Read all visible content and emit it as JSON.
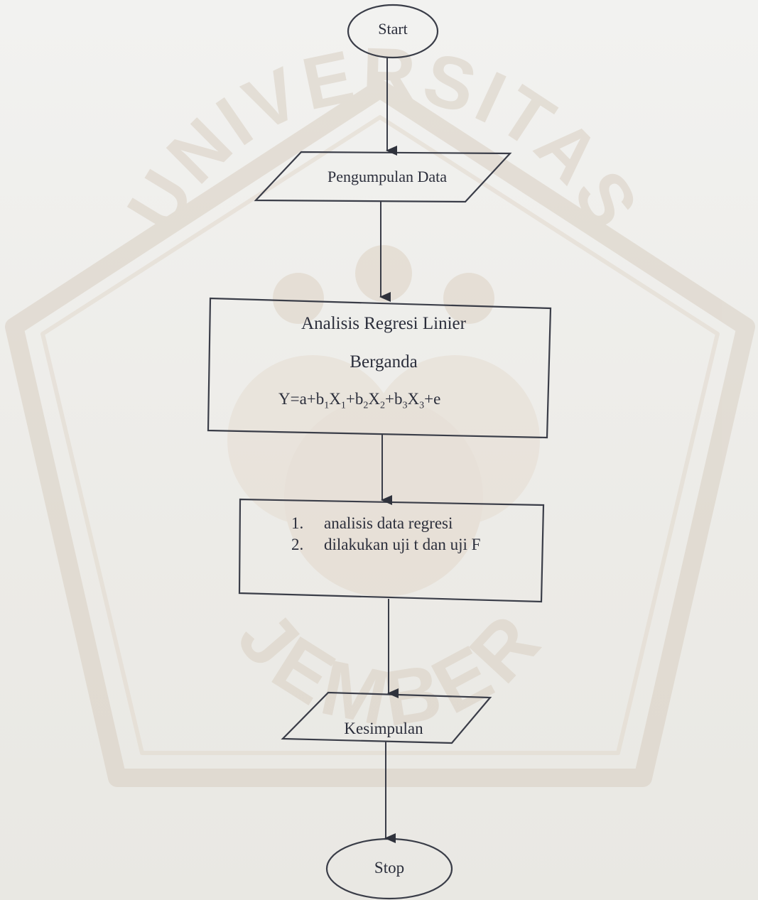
{
  "watermark": {
    "arc_top": "UNIVERSITAS",
    "arc_bottom": "JEMBER",
    "colors": {
      "tint": "#d9cfc2",
      "tint_dark": "#cfc3b4"
    }
  },
  "flowchart": {
    "colors": {
      "stroke": "#3a3d48",
      "text": "#2b2e3b"
    },
    "start": {
      "label": "Start",
      "shape": "terminator"
    },
    "input": {
      "label": "Pengumpulan Data",
      "shape": "data"
    },
    "analysis": {
      "shape": "process",
      "line1": "Analisis Regresi Linier",
      "line2": "Berganda",
      "formula": {
        "lhs": "Y=a+b",
        "s1": "1",
        "x1": "X",
        "sx1": "1",
        "p2": "+b",
        "s2": "2",
        "x2": "X",
        "sx2": "2",
        "p3": "+b",
        "s3": "3",
        "x3": "X",
        "sx3": "3",
        "tail": "+e"
      }
    },
    "process": {
      "shape": "process",
      "steps": [
        {
          "num": "1.",
          "text": "analisis data regresi"
        },
        {
          "num": "2.",
          "text": "dilakukan uji t dan uji F"
        }
      ]
    },
    "output": {
      "label": "Kesimpulan",
      "shape": "data"
    },
    "stop": {
      "label": "Stop",
      "shape": "terminator"
    }
  }
}
